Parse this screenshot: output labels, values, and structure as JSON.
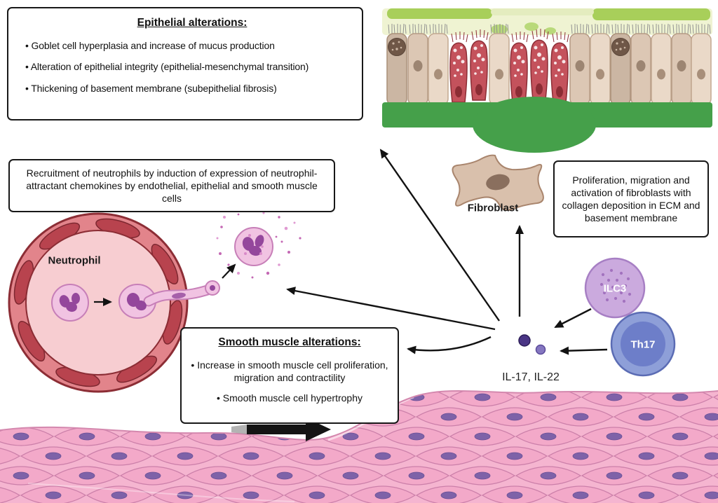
{
  "boxes": {
    "epithelial": {
      "title": "Epithelial alterations:",
      "bullets": [
        "Goblet cell hyperplasia and increase of mucus production",
        "Alteration of epithelial integrity (epithelial-mesenchymal transition)",
        "Thickening of basement membrane (subepithelial fibrosis)"
      ]
    },
    "recruitment": {
      "text": "Recruitment of neutrophils by induction of expression of neutrophil-attractant chemokines by endothelial, epithelial and smooth muscle cells"
    },
    "smooth_muscle": {
      "title": "Smooth muscle alterations:",
      "bullets": [
        "Increase in smooth muscle cell proliferation, migration and contractility",
        "Smooth muscle cell hypertrophy"
      ]
    },
    "fibroblast": {
      "text": "Proliferation, migration and activation of fibroblasts with collagen deposition in ECM and basement membrane"
    }
  },
  "labels": {
    "neutrophil": "Neutrophil",
    "fibroblast": "Fibroblast",
    "ilc3": "ILC3",
    "th17": "Th17",
    "cytokines": "IL-17, IL-22"
  },
  "colors": {
    "vessel_ring": "#e2848b",
    "vessel_cell_red": "#b8434e",
    "goblet_red": "#c4525c",
    "neutrophil_pink": "#f1c3e2",
    "nucleus_purple": "#94479c",
    "ilc3_purple": "#cbaade",
    "th17_blue": "#8e9fd8",
    "muscle_pink": "#f3a9c9",
    "membrane_green": "#45a04a",
    "arrow_black": "#121212"
  }
}
